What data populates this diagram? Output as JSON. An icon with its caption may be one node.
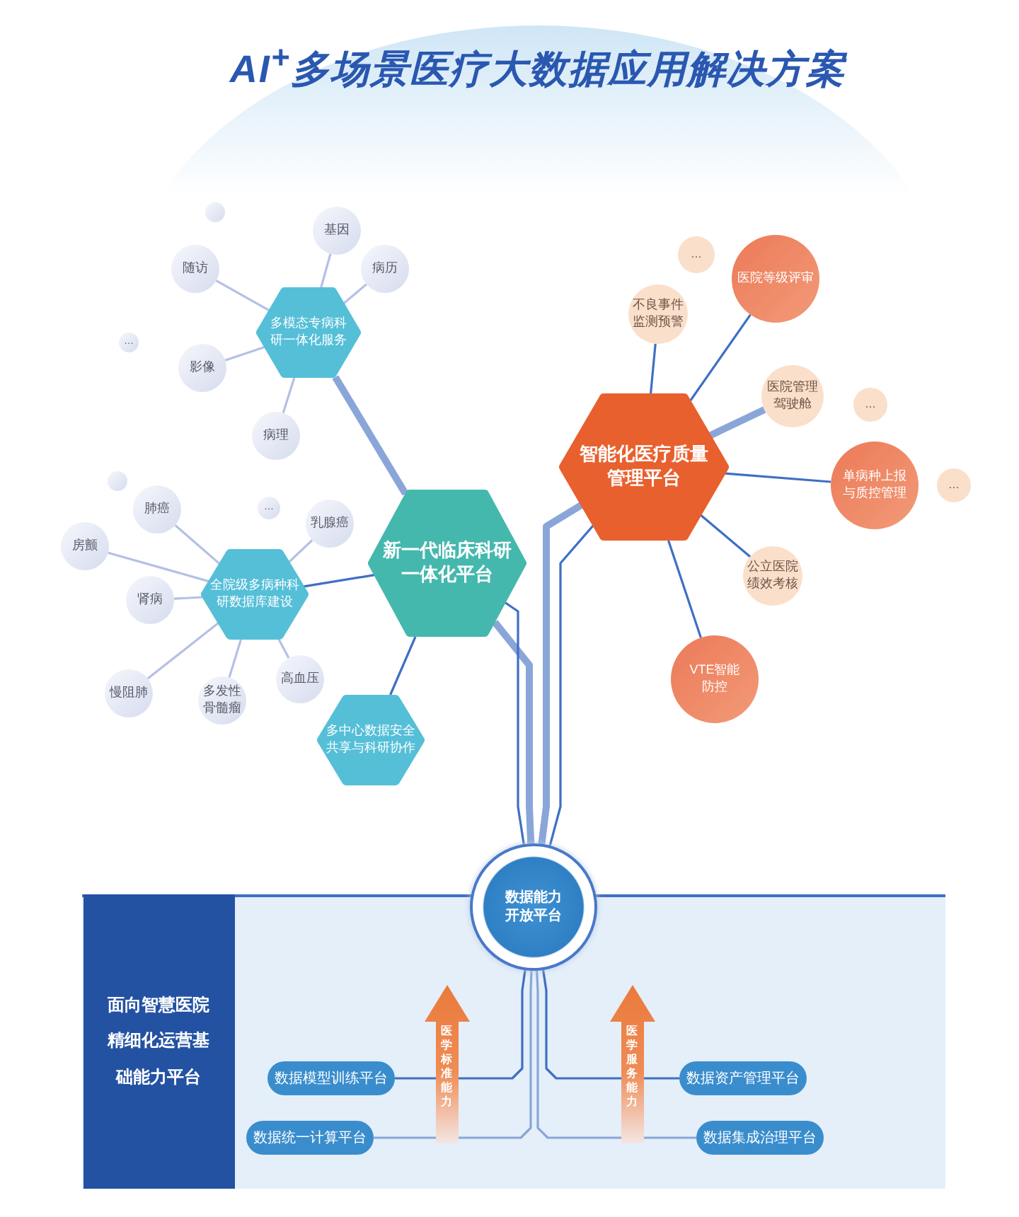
{
  "diagram": {
    "title": "AI$^{+}$多场景医疗大数据应用解决方案",
    "nodes": [
      {
        "text": [
          "多模态专病科研一体化服务"
        ]
      },
      {
        "text": [
          "基因"
        ]
      },
      {
        "text": [
          "病历"
        ]
      },
      {
        "text": [
          "随访"
        ]
      },
      {
        "text": [
          "影像"
        ]
      },
      {
        "text": [
          "病理"
        ]
      },
      {
        "text": [
          "…"
        ]
      },
      {
        "text": [],
        "shape": "circle"
      },
      {
        "text": [
          "新一代临床科研一体化平台"
        ]
      },
      {
        "text": [
          "全院级多病种科研数据库建设"
        ]
      },
      {
        "text": [
          "肺癌"
        ]
      },
      {
        "text": [
          "房颤"
        ]
      },
      {
        "text": [
          "肾病"
        ]
      },
      {
        "text": [
          "慢阻肺"
        ]
      },
      {
        "text": [
          "多发性骨髓瘤"
        ]
      },
      {
        "text": [
          "高血压"
        ]
      },
      {
        "text": [
          "乳腺癌"
        ]
      },
      {
        "text": [
          "…"
        ]
      },
      {
        "text": [],
        "shape": "circle"
      },
      {
        "text": [
          "多中心数据安全共享与科研协作"
        ]
      },
      {
        "text": [
          "智能化医疗质量管理平台"
        ]
      },
      {
        "text": [
          "不良事件监测预警"
        ]
      },
      {
        "text": [
          "医院等级评审"
        ]
      },
      {
        "text": [
          "…"
        ]
      },
      {
        "text": [
          "医院管理驾驶舱"
        ]
      },
      {
        "text": [
          "…"
        ]
      },
      {
        "text": [
          "单病种上报与质控管理"
        ]
      },
      {
        "text": [
          "…"
        ]
      },
      {
        "text": [
          "公立医院绩效考核"
        ]
      },
      {
        "text": [
          "VTE智能防控"
        ]
      },
      {
        "text": [
          "数据能力开放平台"
        ]
      },
      {
        "text": [
          "面向智慧医院精细化运营基础能力平台"
        ]
      },
      {
        "text": [
          "数据模型训练平台"
        ]
      },
      {
        "text": [
          "数据统一计算平台"
        ]
      },
      {
        "text": [
          "数据资产管理平台"
        ]
      },
      {
        "text": [
          "数据集成治理平台"
        ]
      }
    ],
    "edges": [
      {
        "from": 0,
        "to": 1,
        "arrow": "none",
        "color": "#b4c0e6"
      },
      {
        "from": 0,
        "to": 2,
        "arrow": "none",
        "color": "#b4c0e6"
      },
      {
        "from": 0,
        "to": 3,
        "arrow": "none",
        "color": "#b4c0e6"
      },
      {
        "from": 0,
        "to": 4,
        "arrow": "none",
        "color": "#b4c0e6"
      },
      {
        "from": 0,
        "to": 5,
        "arrow": "none",
        "color": "#b4c0e6"
      },
      {
        "from": 0,
        "to": 8,
        "arrow": "none",
        "style": "thick",
        "color": "#8aa6d8"
      },
      {
        "from": 9,
        "to": 10,
        "arrow": "none",
        "color": "#b4c0e6"
      },
      {
        "from": 9,
        "to": 11,
        "arrow": "none",
        "color": "#b4c0e6"
      },
      {
        "from": 9,
        "to": 12,
        "arrow": "none",
        "color": "#b4c0e6"
      },
      {
        "from": 9,
        "to": 13,
        "arrow": "none",
        "color": "#b4c0e6"
      },
      {
        "from": 9,
        "to": 14,
        "arrow": "none",
        "color": "#b4c0e6"
      },
      {
        "from": 9,
        "to": 15,
        "arrow": "none",
        "color": "#b4c0e6"
      },
      {
        "from": 9,
        "to": 16,
        "arrow": "none",
        "color": "#b4c0e6"
      },
      {
        "from": 9,
        "to": 8,
        "arrow": "none",
        "color": "#3f6fc4"
      },
      {
        "from": 8,
        "to": 19,
        "arrow": "none",
        "color": "#3f6fc4"
      },
      {
        "from": 20,
        "to": 21,
        "arrow": "none",
        "color": "#3f6fc4"
      },
      {
        "from": 20,
        "to": 22,
        "arrow": "none",
        "color": "#3f6fc4"
      },
      {
        "from": 20,
        "to": 24,
        "arrow": "none",
        "style": "thick",
        "color": "#8aa6d8"
      },
      {
        "from": 20,
        "to": 26,
        "arrow": "none",
        "color": "#3f6fc4"
      },
      {
        "from": 20,
        "to": 28,
        "arrow": "none",
        "color": "#3f6fc4"
      },
      {
        "from": 20,
        "to": 29,
        "arrow": "none",
        "color": "#3f6fc4"
      },
      {
        "from": 30,
        "to": 8,
        "arrow": "none",
        "style": "thick",
        "color": "#8aa6d8"
      },
      {
        "from": 30,
        "to": 8,
        "arrow": "none",
        "color": "#3f6fc4"
      },
      {
        "from": 30,
        "to": 20,
        "arrow": "none",
        "style": "thick",
        "color": "#8aa6d8"
      },
      {
        "from": 30,
        "to": 20,
        "arrow": "none",
        "color": "#3f6fc4"
      },
      {
        "from": 30,
        "to": 32,
        "arrow": "none",
        "color": "#3f6fc4"
      },
      {
        "from": 30,
        "to": 33,
        "arrow": "none",
        "color": "#8aa6d8"
      },
      {
        "from": 30,
        "to": 34,
        "arrow": "none",
        "color": "#3f6fc4"
      },
      {
        "from": 30,
        "to": 35,
        "arrow": "none",
        "color": "#8aa6d8"
      }
    ],
    "labels": [
      "医学标准能力",
      "医学服务能力"
    ]
  }
}
